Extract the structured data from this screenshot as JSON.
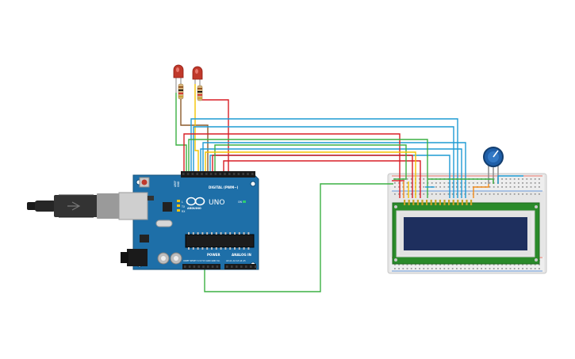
{
  "board": {
    "name": "UNO",
    "brand": "ARDUINO",
    "digital_label": "DIGITAL (PWM~)",
    "power_label": "POWER",
    "analog_label": "ANALOG IN",
    "aref_label": "AREF",
    "gnd_label": "GND",
    "tx_label": "TX",
    "rx_label": "RX",
    "l_label": "L",
    "on_label": "ON",
    "reset_label": "IOREF RESET 3.3V 5V GND GND Vin",
    "analog_pins": "A0 A1 A2 A3 A4 A5"
  },
  "colors": {
    "board": "#1e6fa8",
    "lcd_board": "#2a8a2a",
    "lcd_screen": "#1e2f5e",
    "wire_red": "#d81f26",
    "wire_blue": "#1f9bd4",
    "wire_green": "#3cb043",
    "wire_yellow": "#f5c400",
    "wire_orange": "#f28c1c",
    "wire_brown": "#8b5a2b",
    "potentiometer": "#1f5fa8"
  },
  "icons": [
    "usb-cable-icon",
    "led-icon",
    "resistor-icon",
    "potentiometer-icon",
    "arduino-logo-icon"
  ]
}
